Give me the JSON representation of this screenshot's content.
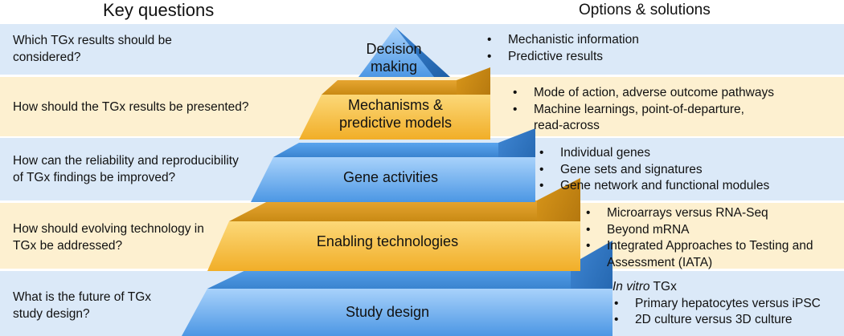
{
  "headers": {
    "left": "Key questions",
    "right": "Options & solutions"
  },
  "levels": [
    {
      "label_lines": [
        "Decision",
        "making"
      ],
      "question_lines": [
        "Which TGx results should be",
        "considered?"
      ],
      "lead": "",
      "options": [
        "Mechanistic information",
        "Predictive results"
      ],
      "band_color": "#dbe9f8",
      "block_color": "blue"
    },
    {
      "label_lines": [
        "Mechanisms &",
        "predictive models"
      ],
      "question_lines": [
        "How should the TGx results be presented?"
      ],
      "lead": "",
      "options": [
        "Mode of action, adverse outcome pathways",
        "Machine learnings, point-of-departure, read-across"
      ],
      "band_color": "#fdf0d0",
      "block_color": "gold"
    },
    {
      "label_lines": [
        "Gene activities"
      ],
      "question_lines": [
        "How can the reliability and reproducibility",
        "of TGx findings be improved?"
      ],
      "lead": "",
      "options": [
        "Individual genes",
        "Gene sets and signatures",
        "Gene network and functional modules"
      ],
      "band_color": "#dbe9f8",
      "block_color": "blue"
    },
    {
      "label_lines": [
        "Enabling technologies"
      ],
      "question_lines": [
        "How should evolving technology in",
        "TGx be addressed?"
      ],
      "lead": "",
      "options": [
        "Microarrays versus RNA-Seq",
        "Beyond mRNA",
        "Integrated Approaches to Testing and Assessment (IATA)"
      ],
      "band_color": "#fdf0d0",
      "block_color": "gold"
    },
    {
      "label_lines": [
        "Study design"
      ],
      "question_lines": [
        "What is the future of TGx",
        "study design?"
      ],
      "lead_italic": "In vitro",
      "lead": " TGx",
      "options": [
        "Primary hepatocytes versus iPSC",
        "2D culture versus 3D culture"
      ],
      "band_color": "#dbe9f8",
      "block_color": "blue"
    }
  ]
}
